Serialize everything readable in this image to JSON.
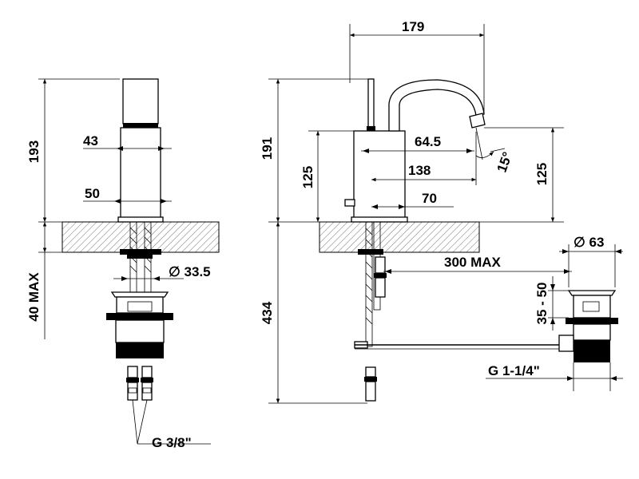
{
  "dimensions": {
    "front": {
      "height_total": "193",
      "width_top": "43",
      "width_base": "50",
      "below_max": "40 MAX",
      "hole_diameter": "∅ 33.5",
      "thread": "G 3/8\""
    },
    "side": {
      "reach": "179",
      "height_total": "191",
      "height_body": "125",
      "spout_offset": "64.5",
      "handle_to_spout": "138",
      "base_to_handle": "70",
      "lever_angle": "15°",
      "outlet_height": "125",
      "below_total": "434",
      "rod_length": "300 MAX"
    },
    "waste": {
      "diameter": "∅ 63",
      "height_range": "35 - 50",
      "thread": "G 1-1/4\""
    }
  }
}
